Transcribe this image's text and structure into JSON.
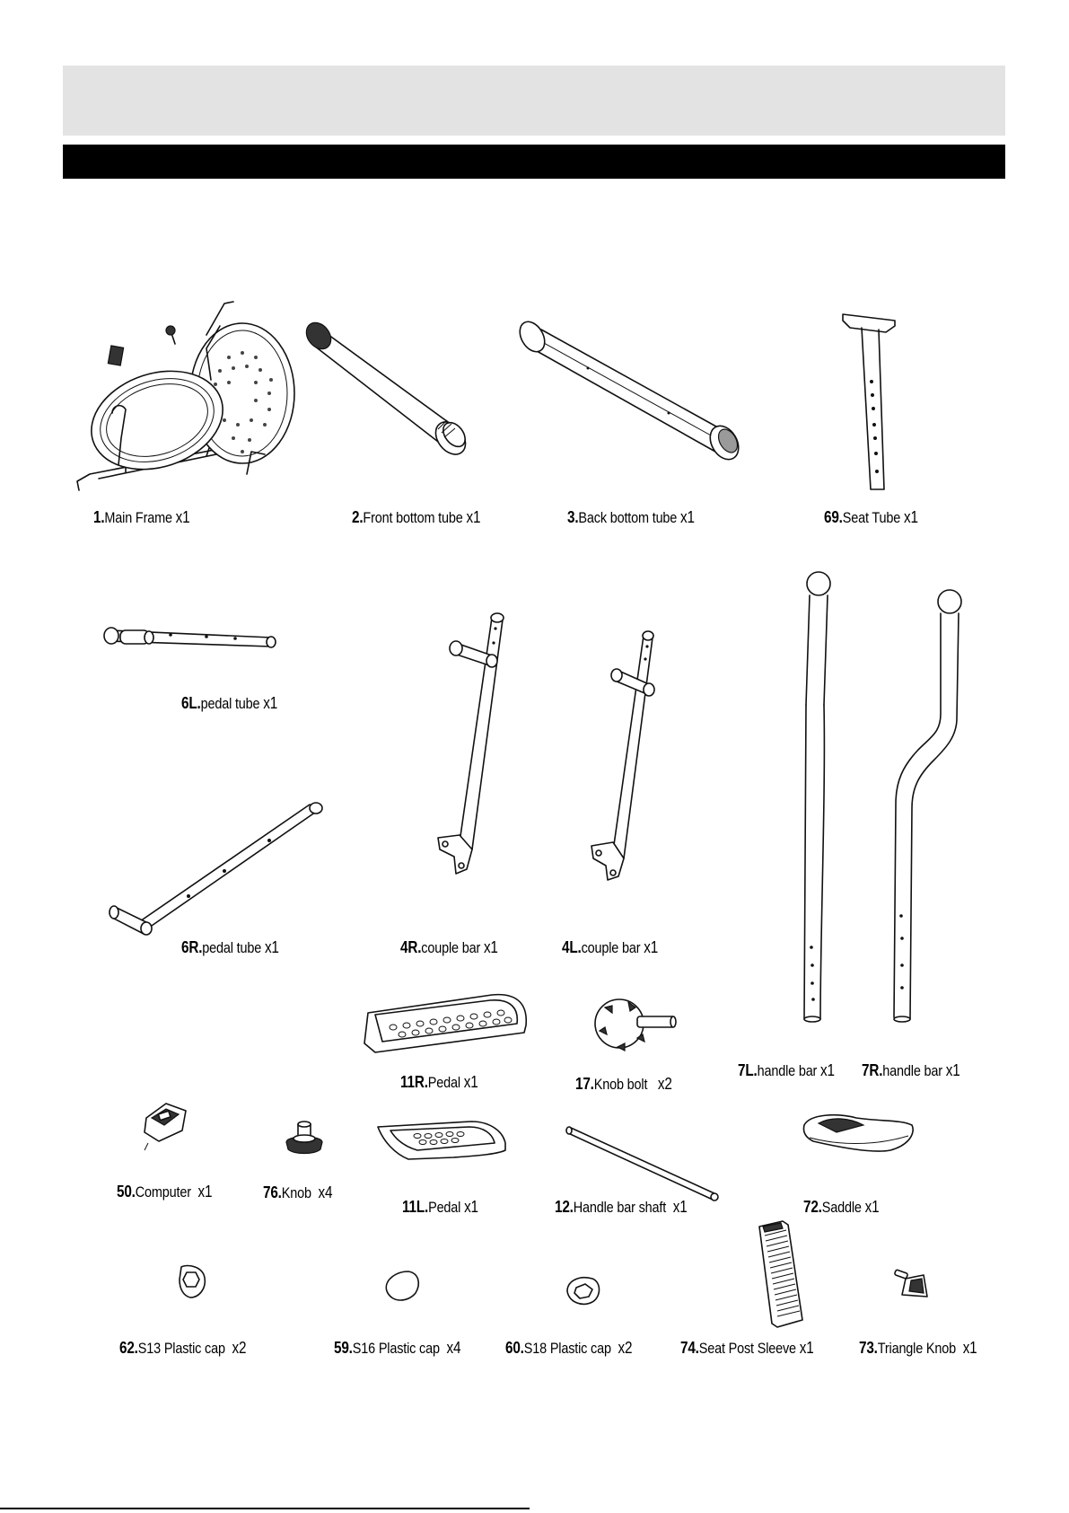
{
  "parts": [
    {
      "id": "main-frame",
      "num": "1.",
      "name": "Main Frame",
      "qty": "x1"
    },
    {
      "id": "front-bottom-tube",
      "num": "2.",
      "name": "Front bottom tube",
      "qty": "x1"
    },
    {
      "id": "back-bottom-tube",
      "num": "3.",
      "name": "Back bottom tube",
      "qty": "x1"
    },
    {
      "id": "seat-tube",
      "num": "69.",
      "name": "Seat Tube",
      "qty": "x1"
    },
    {
      "id": "pedal-tube-6l",
      "num": "6L.",
      "name": "pedal tube",
      "qty": "x1"
    },
    {
      "id": "pedal-tube-6r",
      "num": "6R.",
      "name": "pedal tube",
      "qty": "x1"
    },
    {
      "id": "couple-bar-4r",
      "num": "4R.",
      "name": "couple bar",
      "qty": "x1"
    },
    {
      "id": "couple-bar-4l",
      "num": "4L.",
      "name": "couple bar",
      "qty": "x1"
    },
    {
      "id": "handle-bar-7l",
      "num": "7L.",
      "name": "handle bar",
      "qty": "x1"
    },
    {
      "id": "handle-bar-7r",
      "num": "7R.",
      "name": "handle bar",
      "qty": "x1"
    },
    {
      "id": "pedal-11r",
      "num": "11R.",
      "name": "Pedal",
      "qty": "x1"
    },
    {
      "id": "knob-bolt",
      "num": "17.",
      "name": "Knob bolt",
      "qty": "x2"
    },
    {
      "id": "computer",
      "num": "50.",
      "name": "Computer",
      "qty": "x1"
    },
    {
      "id": "knob",
      "num": "76.",
      "name": "Knob",
      "qty": "x4"
    },
    {
      "id": "pedal-11l",
      "num": "11L.",
      "name": "Pedal",
      "qty": "x1"
    },
    {
      "id": "handle-bar-shaft",
      "num": "12.",
      "name": "Handle bar shaft",
      "qty": "x1"
    },
    {
      "id": "saddle",
      "num": "72.",
      "name": "Saddle",
      "qty": "x1"
    },
    {
      "id": "plastic-cap-s13",
      "num": "62.",
      "name": "S13 Plastic cap",
      "qty": "x2"
    },
    {
      "id": "plastic-cap-s16",
      "num": "59.",
      "name": "S16 Plastic cap",
      "qty": "x4"
    },
    {
      "id": "plastic-cap-s18",
      "num": "60.",
      "name": "S18 Plastic cap",
      "qty": "x2"
    },
    {
      "id": "seat-post-sleeve",
      "num": "74.",
      "name": "Seat Post Sleeve",
      "qty": "x1"
    },
    {
      "id": "triangle-knob",
      "num": "73.",
      "name": "Triangle Knob",
      "qty": "x1"
    }
  ]
}
